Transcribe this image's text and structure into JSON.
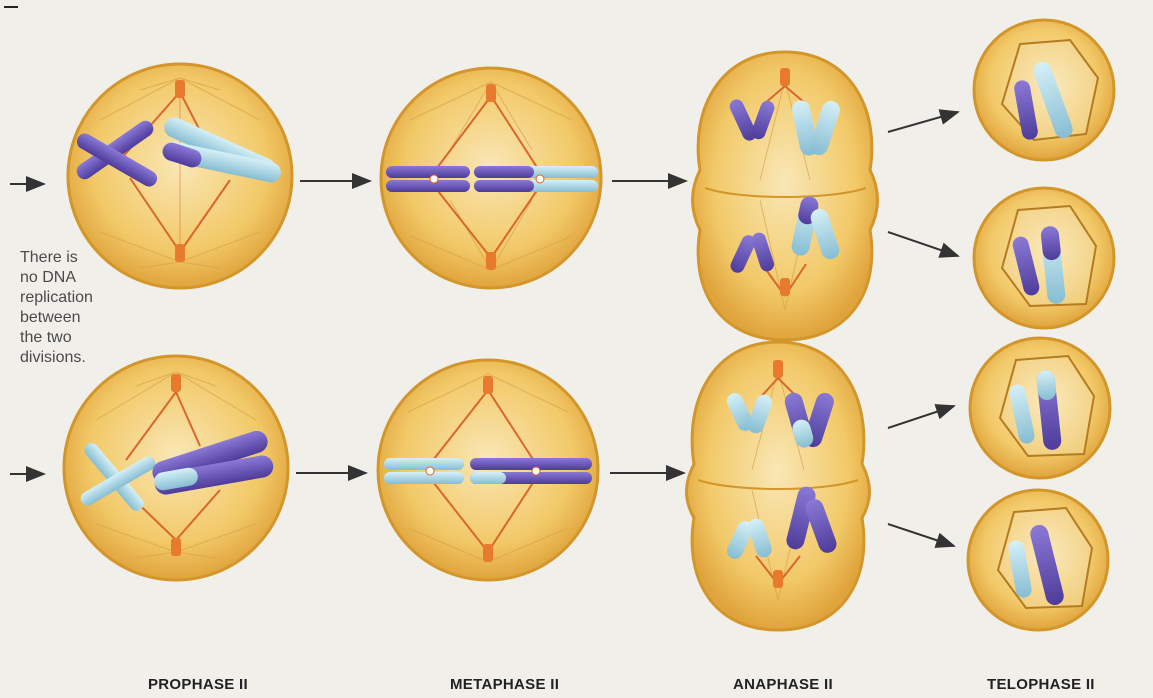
{
  "note_lines": [
    "There is",
    "no DNA",
    "replication",
    "between",
    "the two",
    "divisions."
  ],
  "stage_labels": [
    "PROPHASE II",
    "METAPHASE II",
    "ANAPHASE II",
    "TELOPHASE II"
  ],
  "colors": {
    "background": "#f1efea",
    "cell_fill": "#f2c968",
    "cell_edge": "#d3962a",
    "spindle": "#d9662a",
    "centriole": "#e87a2e",
    "chromatid_dark": "#6b55b8",
    "chromatid_light": "#a9d6e6",
    "arrow": "#333333"
  }
}
